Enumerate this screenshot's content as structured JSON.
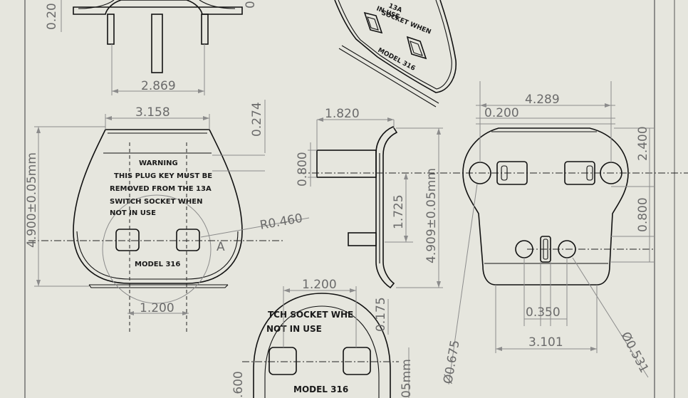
{
  "dims": {
    "top_left_partial": "0.20",
    "top_right_partial": "0",
    "pin_spacing_top": "2.869",
    "face_top_width": "3.158",
    "face_height": "4.900±0.05mm",
    "radius": "R0.460",
    "section_label": "A",
    "face_slot_spacing": "1.200",
    "side_depth": "1.820",
    "side_top": "0.274",
    "side_pin": "0.800",
    "side_mid": "1.725",
    "side_height": "4.909±0.05mm",
    "back_width": "4.289",
    "back_offset": "0.200",
    "back_upper": "2.400",
    "back_lower": "0.800",
    "back_gap": "0.350",
    "back_base": "3.101",
    "hole_large": "Ø0.675",
    "hole_small": "Ø0.531",
    "detail_slot_spacing": "1.200",
    "detail_small": "0.175",
    "detail_left": ".600",
    "detail_right": "05mm"
  },
  "engraving": {
    "warning": "WARNING",
    "line1": "THIS PLUG KEY MUST BE",
    "line2": "REMOVED FROM THE 13A",
    "line3": "SWITCH SOCKET WHEN",
    "line4": "NOT IN USE",
    "model": "MODEL 316",
    "detail_line3": "TCH SOCKET WHE",
    "detail_line4": "NOT IN USE",
    "iso_line1": "13A",
    "iso_line2": "SOCKET WHEN",
    "iso_line3": "IN USE",
    "iso_model": "MODEL 316"
  },
  "colors": {
    "paper": "#e6e6de",
    "object_line": "#111111",
    "dimension_line": "#8c8c8c",
    "dimension_text": "#6b6b6b"
  }
}
